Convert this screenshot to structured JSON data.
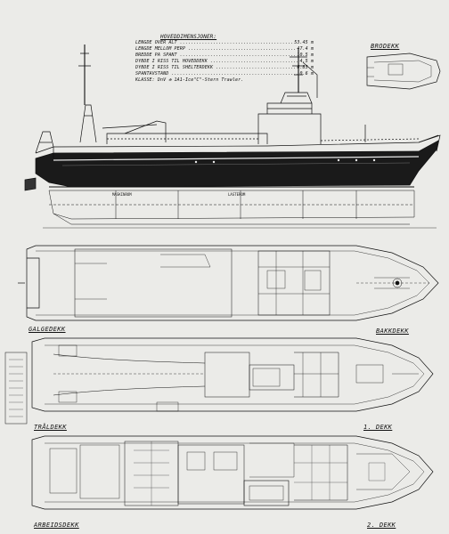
{
  "dimensions": {
    "title": "HOVEDDIMENSJONER:",
    "rows": [
      {
        "label": "LENGDE OVER ALT",
        "value": "53.45 m"
      },
      {
        "label": "LENGDE MELLOM PERP",
        "value": "47.4 m"
      },
      {
        "label": "BREDDE PÅ SPANT",
        "value": "10.5 m"
      },
      {
        "label": "DYBDE I RISS TIL HOVEDDEKK",
        "value": "4.5 m"
      },
      {
        "label": "DYBDE I RISS TIL SHELTERDEKK",
        "value": "6.85 m"
      },
      {
        "label": "SPANTAVSTAND",
        "value": "0.6 m"
      }
    ],
    "class": "KLASSE: DnV ✠ 1A1-Ice\"C\"-Stern Trawler."
  },
  "deck_labels": {
    "brodekk": "BRODEKK",
    "galgedekk": "GALGEDEKK",
    "bakkdekk": "BAKKDEKK",
    "traldekk": "TRÅLDEKK",
    "dekk1": "1. DEKK",
    "arbeidsdekk": "ARBEIDSDEKK",
    "dekk2": "2. DEKK"
  },
  "hold_labels": {
    "maskinrom": "MASKINROM",
    "lasterom": "LASTEROM"
  },
  "colors": {
    "paper": "#ebebe8",
    "ink": "#111111",
    "hull": "#1a1a1a"
  }
}
